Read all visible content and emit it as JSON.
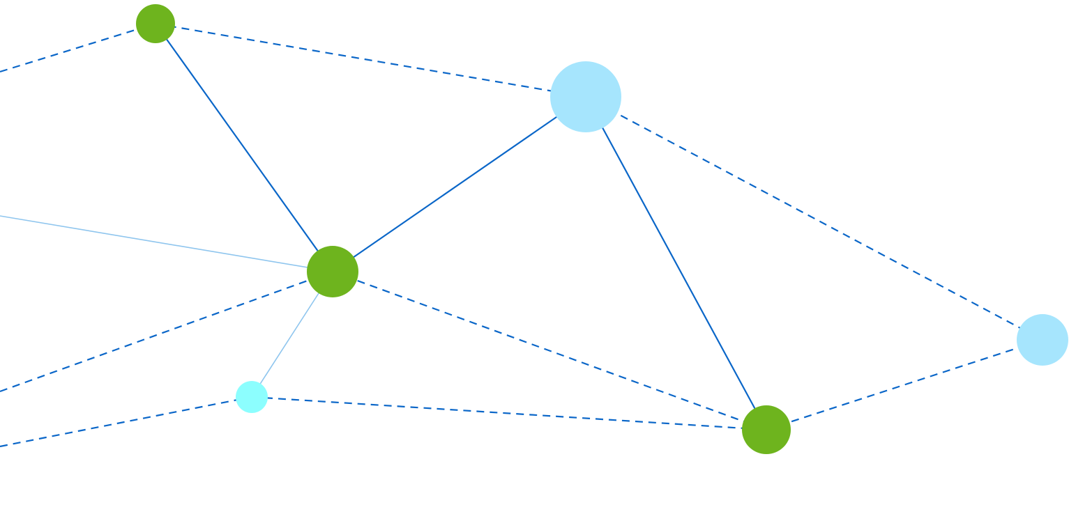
{
  "diagram": {
    "type": "network-graph",
    "colors": {
      "solid_edge": "#0a66c8",
      "faint_edge": "#8ec5ee",
      "dashed_edge": "#0a66c8",
      "node_green": "#6eb41e",
      "node_light_blue": "#a6e5fd",
      "node_cyan": "#8cfefe"
    },
    "nodes": [
      {
        "id": "n1",
        "color": "green"
      },
      {
        "id": "n2",
        "color": "light-blue"
      },
      {
        "id": "n3",
        "color": "green"
      },
      {
        "id": "n4",
        "color": "cyan"
      },
      {
        "id": "n5",
        "color": "green"
      },
      {
        "id": "n6",
        "color": "light-blue"
      }
    ],
    "edges": [
      {
        "from": "n1",
        "to": "n3",
        "style": "solid"
      },
      {
        "from": "n2",
        "to": "n3",
        "style": "solid"
      },
      {
        "from": "n2",
        "to": "n5",
        "style": "solid"
      },
      {
        "from": "n3",
        "to": "n4",
        "style": "faint"
      },
      {
        "from": "n1",
        "to": "n2",
        "style": "dashed"
      },
      {
        "from": "n2",
        "to": "n6",
        "style": "dashed"
      },
      {
        "from": "n3",
        "to": "n5",
        "style": "dashed"
      },
      {
        "from": "n4",
        "to": "n5",
        "style": "dashed"
      },
      {
        "from": "n5",
        "to": "n6",
        "style": "dashed"
      },
      {
        "from": "offscreen-left-a",
        "to": "n1",
        "style": "dashed"
      },
      {
        "from": "offscreen-left-b",
        "to": "n3",
        "style": "faint"
      },
      {
        "from": "offscreen-left-c",
        "to": "n3",
        "style": "dashed"
      },
      {
        "from": "offscreen-left-d",
        "to": "n4",
        "style": "dashed"
      }
    ]
  }
}
